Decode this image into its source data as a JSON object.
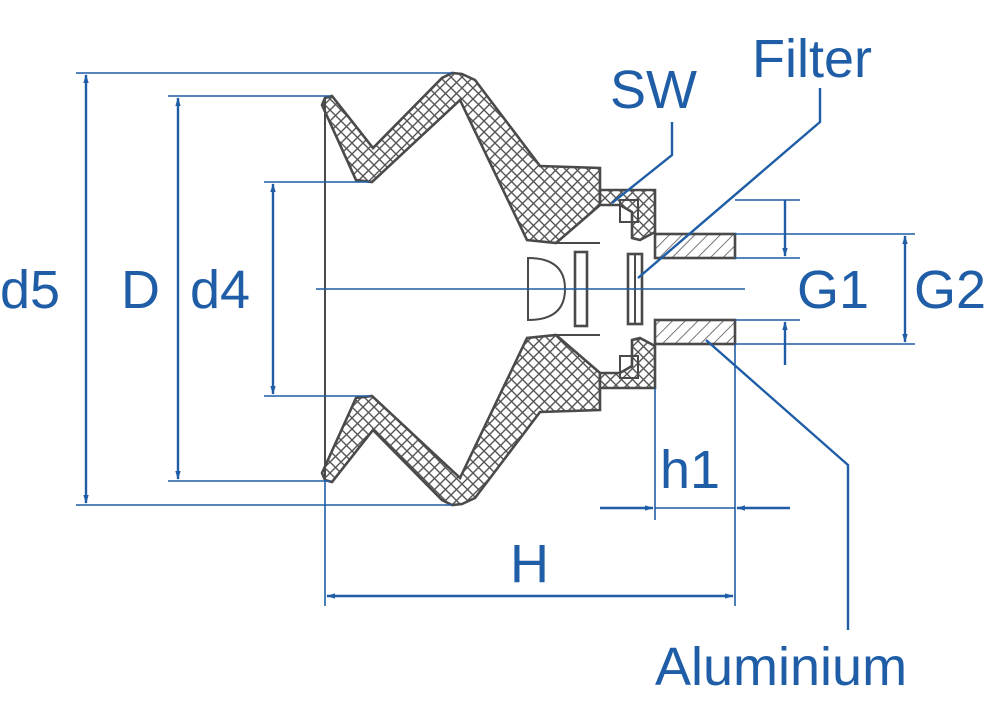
{
  "labels": {
    "d5": "d5",
    "D": "D",
    "d4": "d4",
    "sw": "SW",
    "filter": "Filter",
    "g1": "G1",
    "g2": "G2",
    "h1": "h1",
    "h": "H",
    "aluminium": "Aluminium"
  },
  "colors": {
    "dimension": "#1f5da6",
    "outline": "#4a4a4a",
    "background": "#ffffff"
  }
}
